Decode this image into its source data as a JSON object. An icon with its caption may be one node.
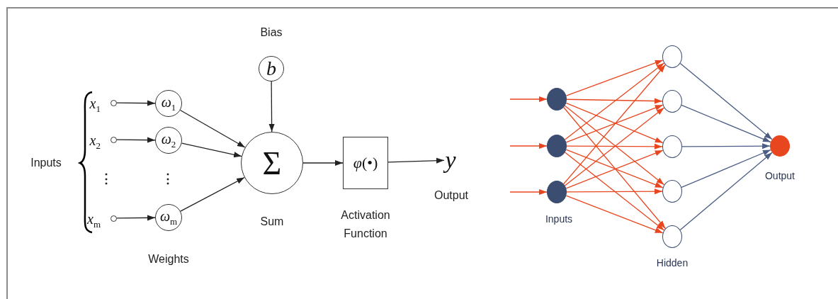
{
  "diagram": {
    "nodes": [
      {
        "text": [],
        "shape": "circle",
        "beside": [
          "*x*$_{1}$"
        ]
      },
      {
        "text": [],
        "shape": "circle",
        "beside": [
          "*x*$_{2}$"
        ]
      },
      {
        "text": [],
        "shape": "circle",
        "beside": [
          "*x*$_{m}$"
        ]
      },
      {
        "text": [
          "*ω*$_{1}$"
        ]
      },
      {
        "text": [
          "*ω*$_{2}$"
        ]
      },
      {
        "text": [
          "*ω*$_{m}$"
        ]
      },
      {
        "text": [
          "b"
        ],
        "beside": [
          "Bias"
        ]
      },
      {
        "text": [
          "Σ"
        ],
        "beside": [
          "Sum"
        ]
      },
      {
        "text": [
          "*φ*(•)"
        ],
        "beside": [
          "Activation Function"
        ]
      },
      {
        "text": [
          "y"
        ],
        "beside": [
          "Output"
        ]
      },
      {
        "text": [],
        "shape": "circle"
      },
      {
        "text": [],
        "shape": "circle"
      },
      {
        "text": [],
        "shape": "circle"
      },
      {
        "text": [],
        "shape": "circle"
      },
      {
        "text": [],
        "shape": "circle"
      },
      {
        "text": [],
        "shape": "circle"
      },
      {
        "text": [],
        "shape": "circle"
      },
      {
        "text": [],
        "shape": "circle"
      },
      {
        "text": [],
        "shape": "circle",
        "beside": [
          "Output"
        ]
      }
    ],
    "edges": [
      {
        "from": 0,
        "to": 3,
        "arrow": "to",
        "color": "#222222"
      },
      {
        "from": 1,
        "to": 4,
        "arrow": "to",
        "color": "#222222"
      },
      {
        "from": 2,
        "to": 5,
        "arrow": "to",
        "color": "#222222"
      },
      {
        "from": 3,
        "to": 7,
        "arrow": "to",
        "color": "#222222"
      },
      {
        "from": 4,
        "to": 7,
        "arrow": "to",
        "color": "#222222"
      },
      {
        "from": 5,
        "to": 7,
        "arrow": "to",
        "color": "#222222"
      },
      {
        "from": 6,
        "to": 7,
        "arrow": "to",
        "color": "#222222"
      },
      {
        "from": 7,
        "to": 8,
        "arrow": "to",
        "color": "#222222"
      },
      {
        "from": 8,
        "to": 9,
        "arrow": "to",
        "color": "#222222"
      },
      {
        "from": null,
        "to": 10,
        "arrow": "to",
        "color": "#e8461e"
      },
      {
        "from": null,
        "to": 11,
        "arrow": "to",
        "color": "#e8461e"
      },
      {
        "from": null,
        "to": 12,
        "arrow": "to",
        "color": "#e8461e"
      },
      {
        "from": 10,
        "to": 13,
        "arrow": "to",
        "color": "#e8461e"
      },
      {
        "from": 10,
        "to": 14,
        "arrow": "to",
        "color": "#e8461e"
      },
      {
        "from": 10,
        "to": 15,
        "arrow": "to",
        "color": "#e8461e"
      },
      {
        "from": 10,
        "to": 16,
        "arrow": "to",
        "color": "#e8461e"
      },
      {
        "from": 10,
        "to": 17,
        "arrow": "to",
        "color": "#e8461e"
      },
      {
        "from": 11,
        "to": 13,
        "arrow": "to",
        "color": "#e8461e"
      },
      {
        "from": 11,
        "to": 14,
        "arrow": "to",
        "color": "#e8461e"
      },
      {
        "from": 11,
        "to": 15,
        "arrow": "to",
        "color": "#e8461e"
      },
      {
        "from": 11,
        "to": 16,
        "arrow": "to",
        "color": "#e8461e"
      },
      {
        "from": 11,
        "to": 17,
        "arrow": "to",
        "color": "#e8461e"
      },
      {
        "from": 12,
        "to": 13,
        "arrow": "to",
        "color": "#e8461e"
      },
      {
        "from": 12,
        "to": 14,
        "arrow": "to",
        "color": "#e8461e"
      },
      {
        "from": 12,
        "to": 15,
        "arrow": "to",
        "color": "#e8461e"
      },
      {
        "from": 12,
        "to": 16,
        "arrow": "to",
        "color": "#e8461e"
      },
      {
        "from": 12,
        "to": 17,
        "arrow": "to",
        "color": "#e8461e"
      },
      {
        "from": 13,
        "to": 18,
        "arrow": "to",
        "color": "#4b5d85"
      },
      {
        "from": 14,
        "to": 18,
        "arrow": "to",
        "color": "#4b5d85"
      },
      {
        "from": 15,
        "to": 18,
        "arrow": "to",
        "color": "#4b5d85"
      },
      {
        "from": 16,
        "to": 18,
        "arrow": "to",
        "color": "#4b5d85"
      },
      {
        "from": 17,
        "to": 18,
        "arrow": "to",
        "color": "#4b5d85"
      }
    ],
    "labels": [
      "Inputs",
      "⋮",
      "⋮",
      "Weights",
      "Inputs",
      "Hidden"
    ]
  }
}
